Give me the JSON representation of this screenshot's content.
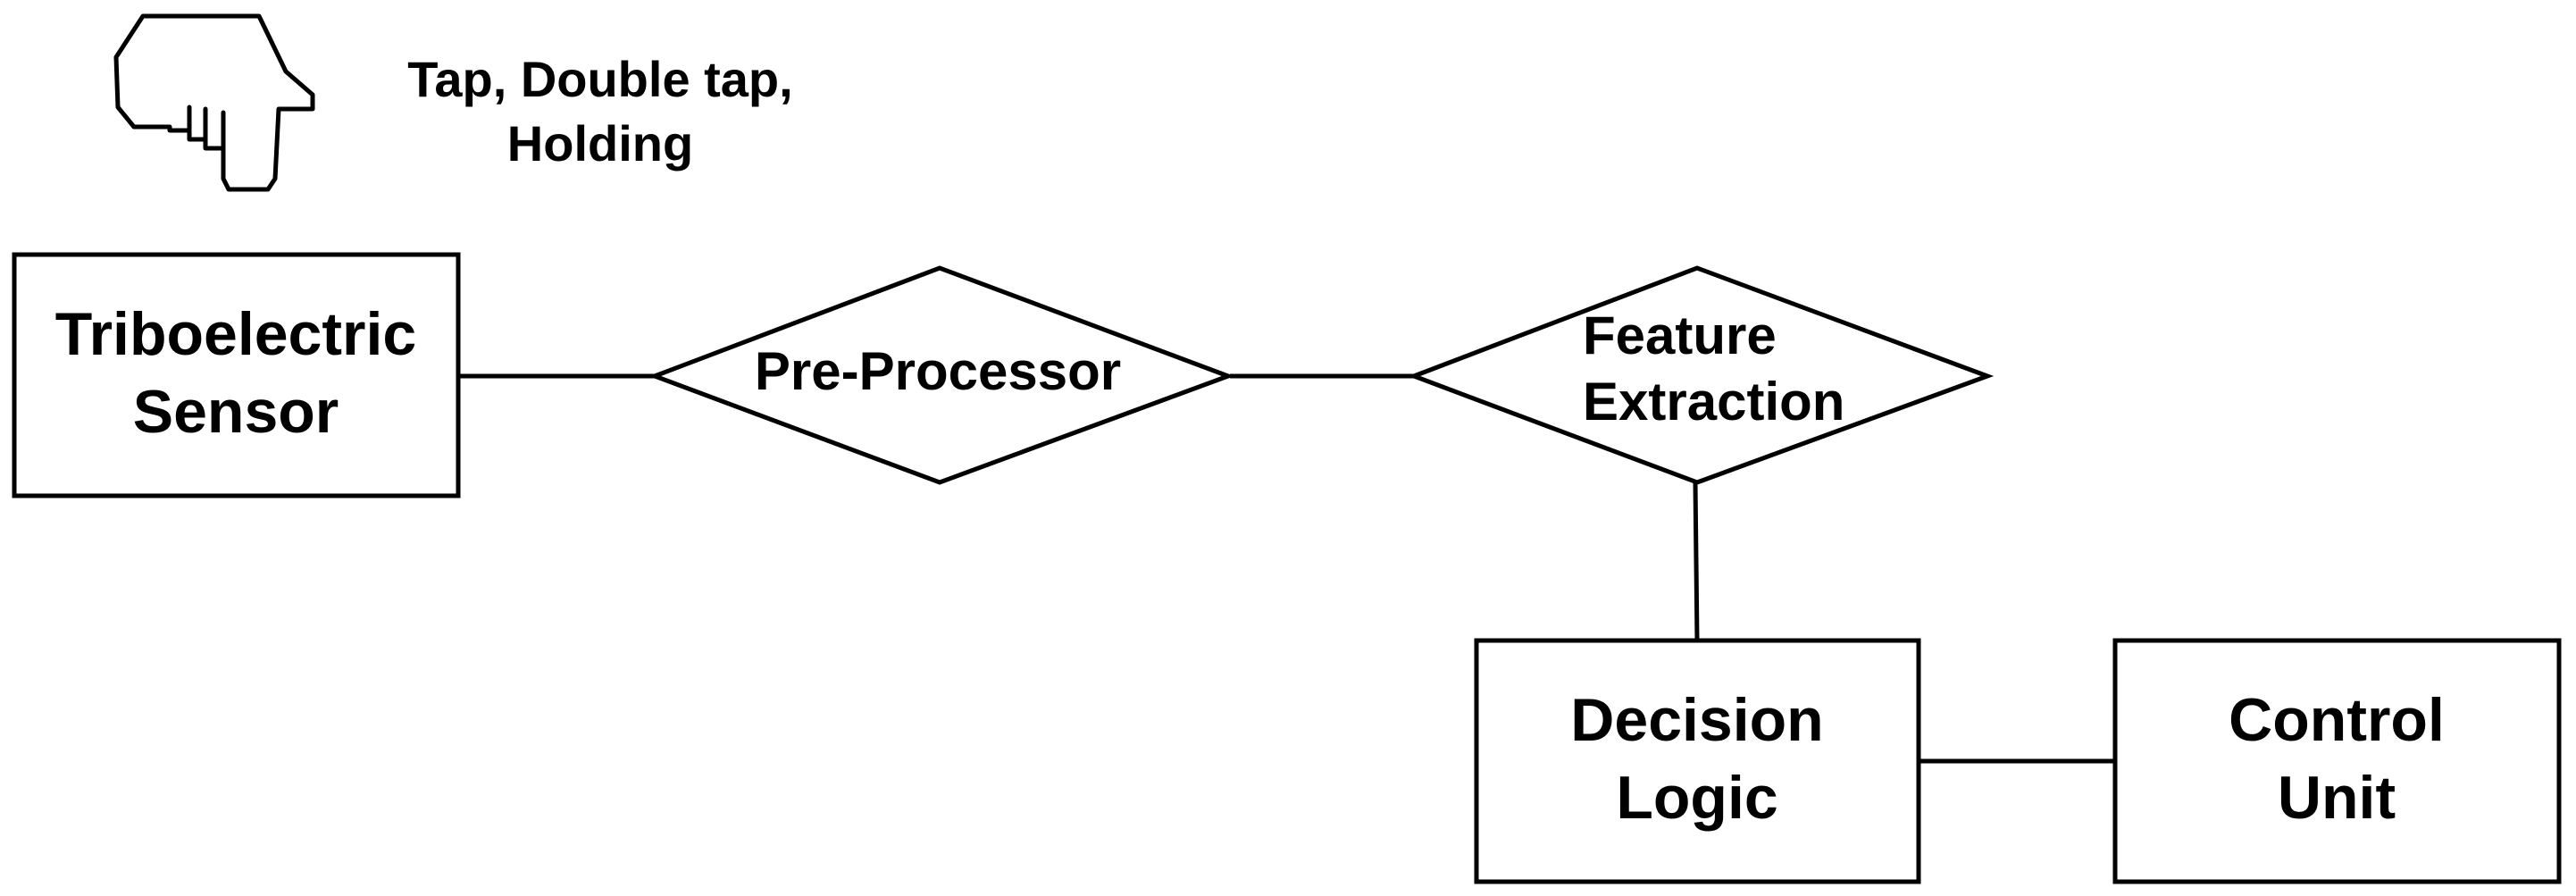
{
  "colors": {
    "stroke": "#000000",
    "fill": "#ffffff",
    "text": "#000000"
  },
  "gesture": {
    "icon": "pointing-hand-icon",
    "line1": "Tap, Double tap,",
    "line2": "Holding"
  },
  "nodes": {
    "sensor": {
      "shape": "rectangle",
      "line1": "Triboelectric",
      "line2": "Sensor"
    },
    "preprocessor": {
      "shape": "diamond",
      "line1": "Pre-Processor"
    },
    "feature": {
      "shape": "diamond",
      "line1": "Feature",
      "line2": "Extraction"
    },
    "decision": {
      "shape": "rectangle",
      "line1": "Decision",
      "line2": "Logic"
    },
    "control": {
      "shape": "rectangle",
      "line1": "Control",
      "line2": "Unit"
    }
  },
  "edges": [
    {
      "from": "sensor",
      "to": "preprocessor"
    },
    {
      "from": "preprocessor",
      "to": "feature"
    },
    {
      "from": "feature",
      "to": "decision"
    },
    {
      "from": "decision",
      "to": "control"
    }
  ]
}
